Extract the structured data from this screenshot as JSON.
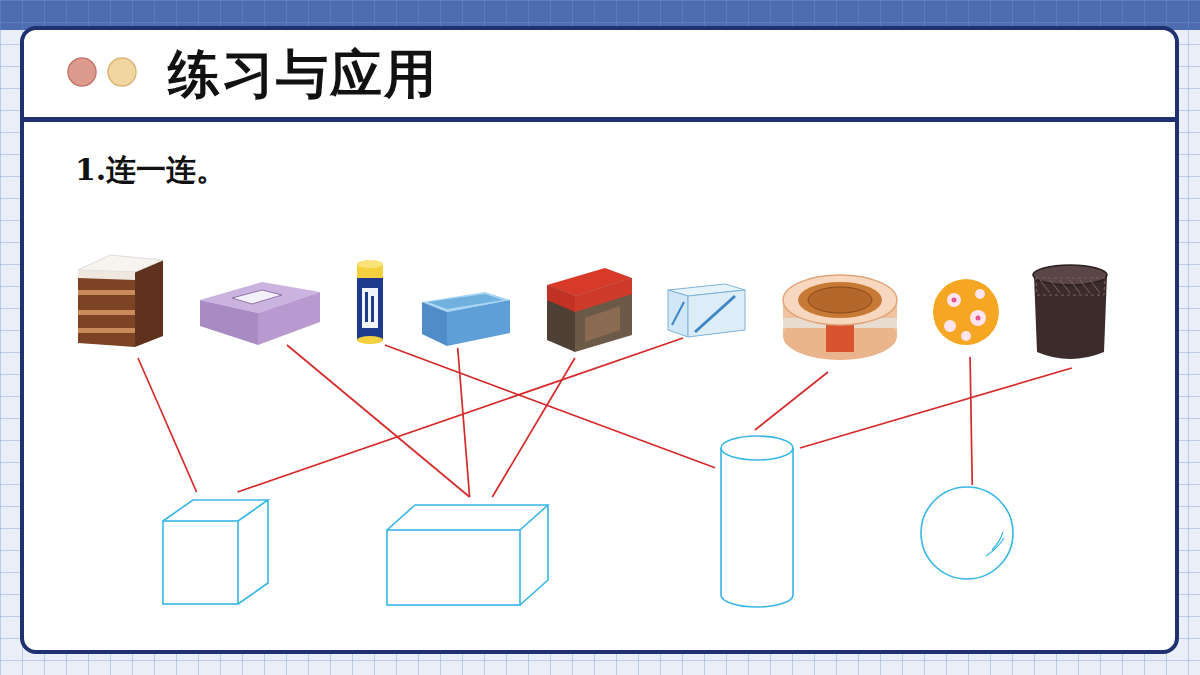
{
  "diagram": {
    "title": "练习与应用",
    "nodes": [
      {
        "text": []
      },
      {
        "text": []
      },
      {
        "text": []
      },
      {
        "text": []
      },
      {
        "text": []
      },
      {
        "text": []
      },
      {
        "text": []
      },
      {
        "text": []
      },
      {
        "text": []
      },
      {
        "text": []
      },
      {
        "text": []
      },
      {
        "text": []
      },
      {
        "text": []
      }
    ],
    "edges": [
      {
        "from": 0,
        "to": 9,
        "arrow": "none"
      },
      {
        "from": 1,
        "to": 10,
        "arrow": "none"
      },
      {
        "from": 2,
        "to": 11,
        "arrow": "none"
      },
      {
        "from": 3,
        "to": 10,
        "arrow": "none"
      },
      {
        "from": 4,
        "to": 10,
        "arrow": "none"
      },
      {
        "from": 5,
        "to": 9,
        "arrow": "none"
      },
      {
        "from": 6,
        "to": 11,
        "arrow": "none"
      },
      {
        "from": 7,
        "to": 12,
        "arrow": "none"
      },
      {
        "from": 8,
        "to": 11,
        "arrow": "none"
      }
    ],
    "labels": [
      "1.连一连。"
    ]
  }
}
